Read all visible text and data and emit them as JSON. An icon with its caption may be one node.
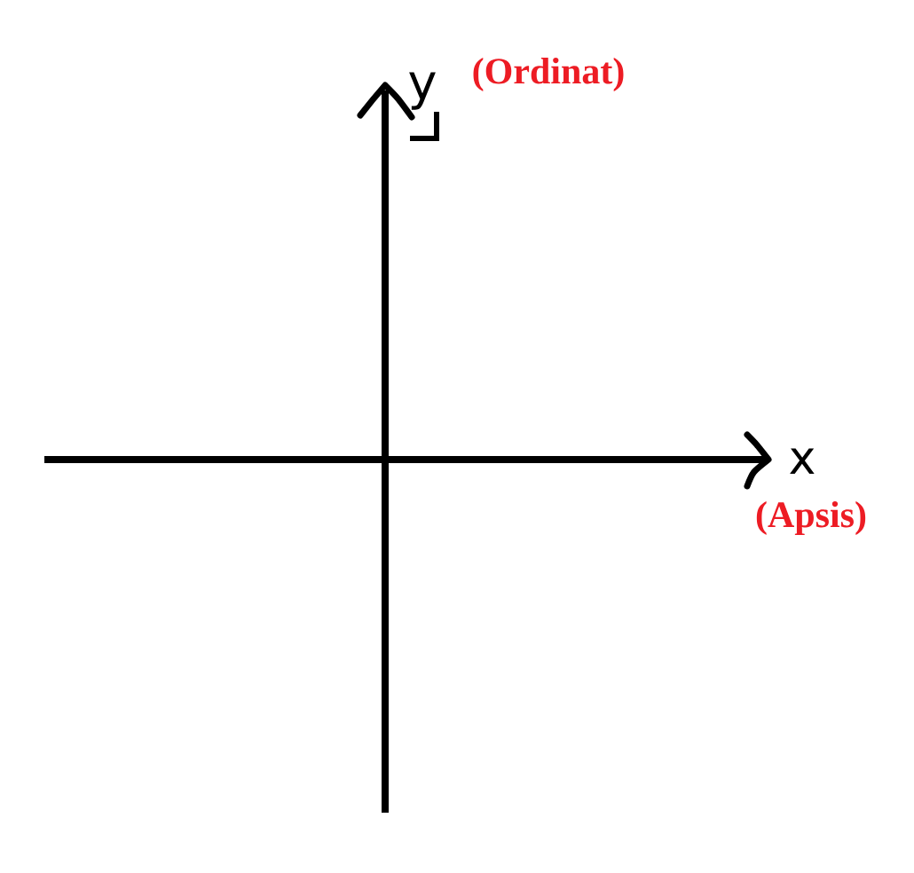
{
  "diagram": {
    "labels": [
      "y",
      "(Ordinat)",
      "x",
      "(Apsis)"
    ]
  }
}
